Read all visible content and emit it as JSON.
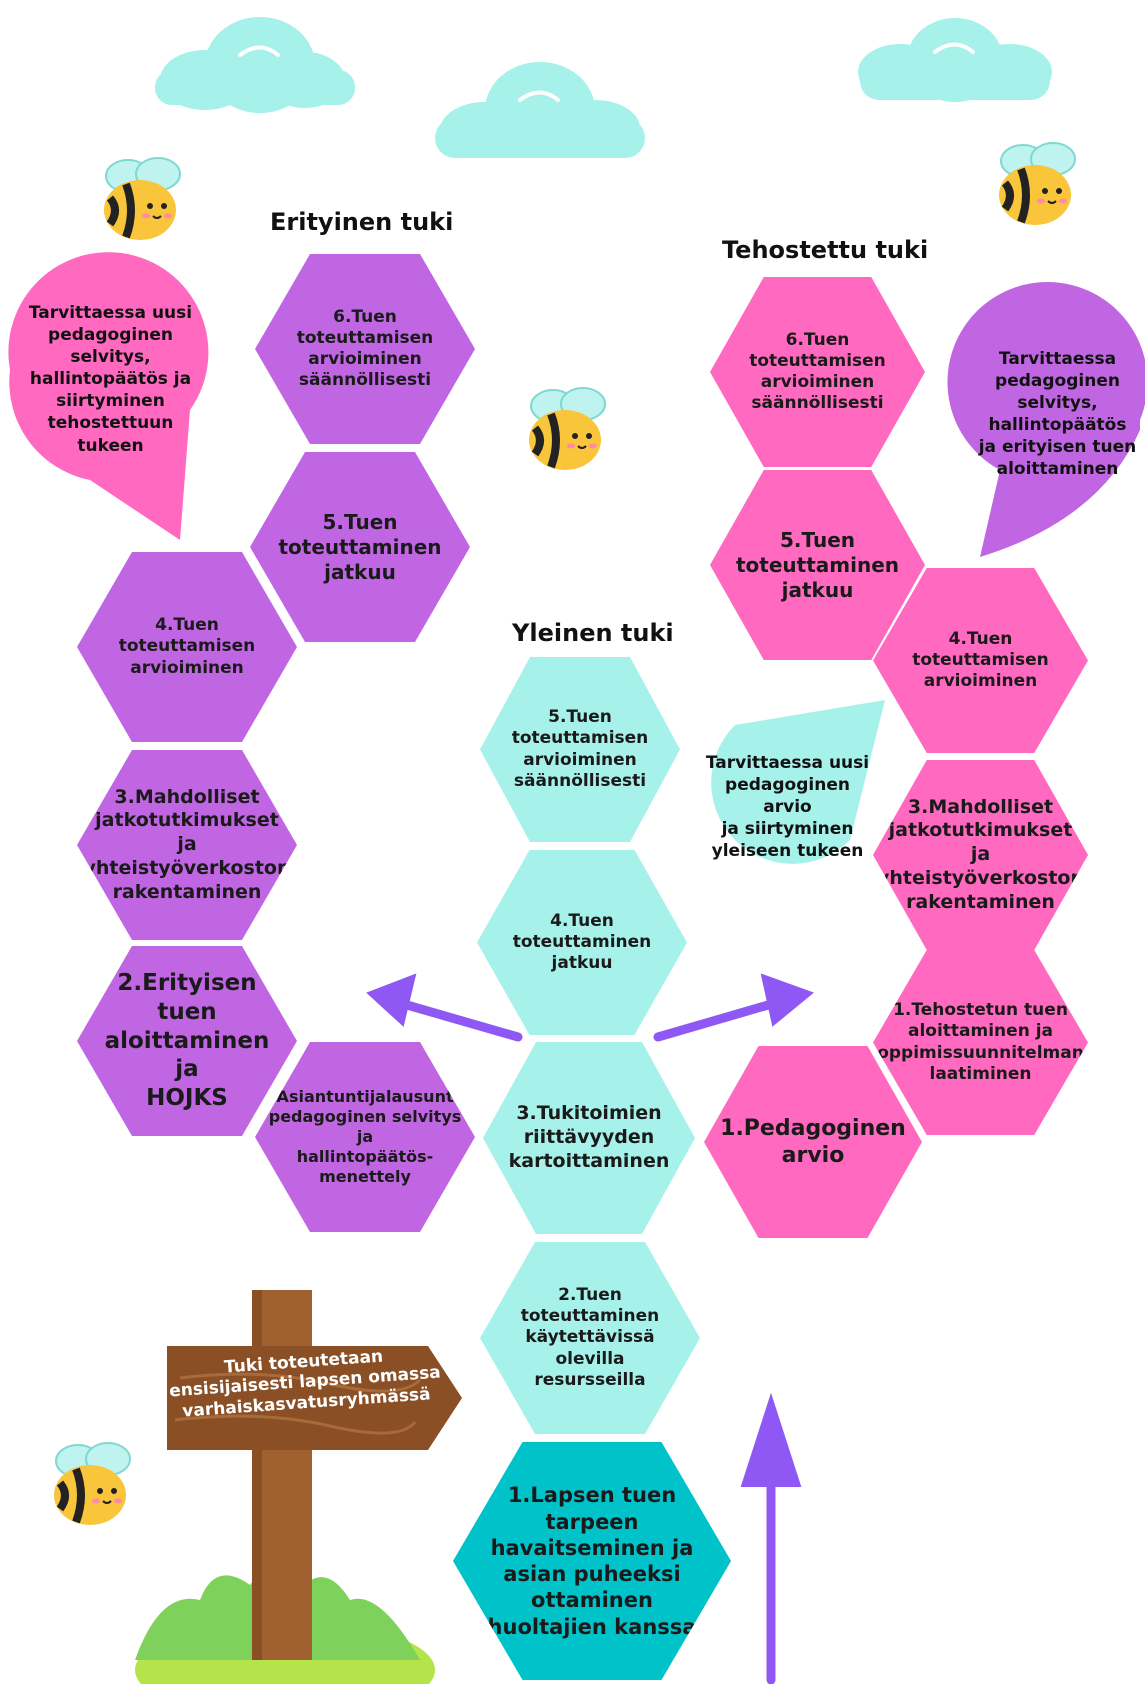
{
  "headings": {
    "erityinen": "Erityinen tuki",
    "tehostettu": "Tehostettu tuki",
    "yleinen": "Yleinen tuki"
  },
  "erityinen_steps": {
    "s6": "6.Tuen toteuttamisen\narvioiminen\nsäännöllisesti",
    "s5": "5.Tuen\ntoteuttaminen\njatkuu",
    "s4": "4.Tuen\ntoteuttamisen\narvioiminen",
    "s3": "3.Mahdolliset\njatkotutkimukset ja\nyhteistyöverkoston\nrakentaminen",
    "s2": "2.Erityisen tuen\naloittaminen ja\nHOJKS",
    "s1": "1.Asiantuntijalausunto,\npedagoginen selvitys ja\nhallintopäätös-\nmenettely"
  },
  "tehostettu_steps": {
    "s6": "6.Tuen toteuttamisen\narvioiminen\nsäännöllisesti",
    "s5": "5.Tuen\ntoteuttaminen\njatkuu",
    "s4": "4.Tuen\ntoteuttamisen\narvioiminen",
    "s3": "3.Mahdolliset\njatkotutkimukset ja\nyhteistyöverkoston\nrakentaminen",
    "s1b": "1.Tehostetun tuen\naloittaminen ja\noppimissuunnitelman\nlaatiminen",
    "s1a": "1.Pedagoginen\narvio"
  },
  "yleinen_steps": {
    "s5": "5.Tuen\ntoteuttamisen\narvioiminen\nsäännöllisesti",
    "s4": "4.Tuen\ntoteuttaminen\njatkuu",
    "s3": "3.Tukitoimien\nriittävyyden\nkartoittaminen",
    "s2": "2.Tuen\ntoteuttaminen\nkäytettävissä\nolevilla\nresursseilla",
    "s1": "1.Lapsen tuen\ntarpeen\nhavaitseminen ja\nasian puheeksi\nottaminen\nhuoltajien kanssa"
  },
  "bubbles": {
    "left": "Tarvittaessa uusi\npedagoginen\nselvitys,\nhallintopäätös ja\nsiirtyminen\ntehostettuun\ntukeen",
    "right": "Tarvittaessa\npedagoginen\nselvitys,\nhallintopäätös\nja erityisen tuen\naloittaminen",
    "middle": "Tarvittaessa uusi\npedagoginen arvio\nja siirtyminen\nyleiseen tukeen"
  },
  "signpost": {
    "text": "Tuki toteutetaan\nensisijaisesti lapsen omassa\nvarhaiskasvatusryhmässä"
  },
  "colors": {
    "purple": "#c066e3",
    "pink": "#ff69c0",
    "mint": "#a6f1ea",
    "teal": "#00c2c9",
    "arrow": "#8f58f5",
    "cloud": "#a6f1ea",
    "wood": "#a0602f"
  },
  "icons": [
    "cloud-icon",
    "bee-icon",
    "arrow-icon",
    "signpost-icon",
    "grass-icon"
  ]
}
